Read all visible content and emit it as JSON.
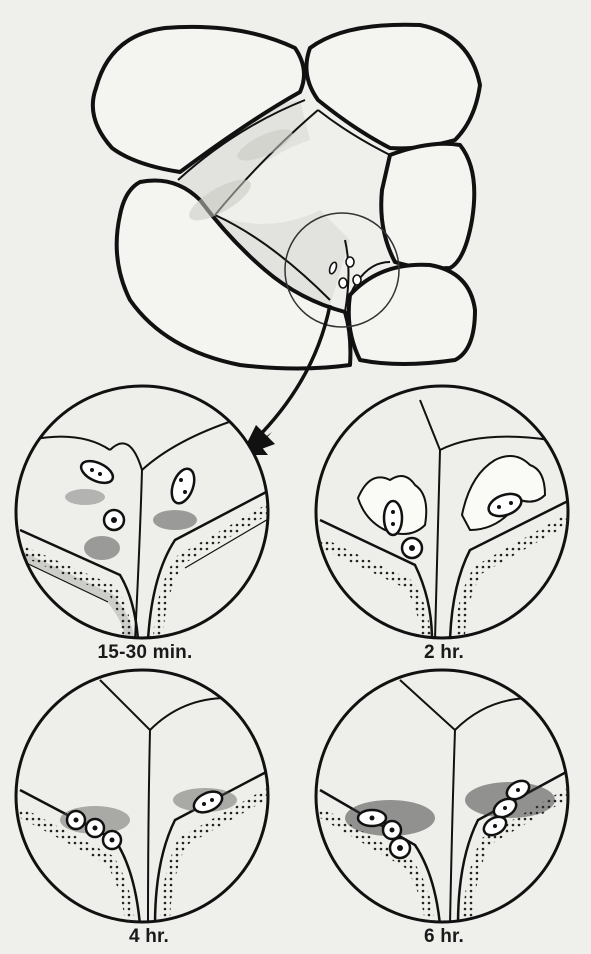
{
  "figure": {
    "stages": [
      {
        "label": "15-30 min."
      },
      {
        "label": "2 hr."
      },
      {
        "label": "4 hr."
      },
      {
        "label": "6 hr."
      }
    ]
  }
}
